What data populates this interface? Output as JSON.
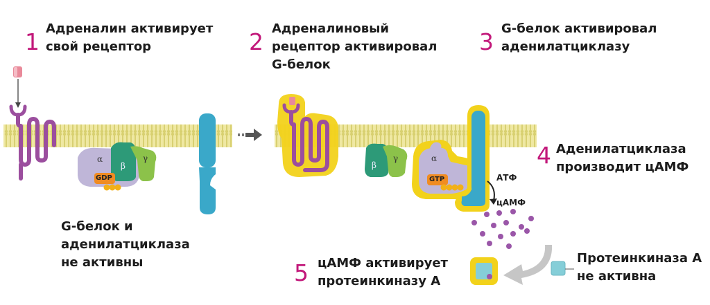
{
  "steps": [
    {
      "number": "1",
      "text": [
        "Адреналин активирует",
        "свой рецептор"
      ]
    },
    {
      "number": "2",
      "text": [
        "Адреналиновый",
        "рецептор активировал",
        "G-белок"
      ]
    },
    {
      "number": "3",
      "text": [
        "G-белок активировал",
        "аденилатциклазу"
      ]
    },
    {
      "number": "4",
      "text": [
        "Аденилатциклаза",
        "производит цАМФ"
      ]
    },
    {
      "number": "5",
      "text": [
        "цАМФ активирует",
        "протеинкиназу А"
      ]
    }
  ],
  "inactive_note": [
    "G-белок и",
    "аденилатциклаза",
    "не активны"
  ],
  "pka_inactive": [
    "Протеинкиназа А",
    "не активна"
  ],
  "labels": {
    "atp": "АТФ",
    "camp": "цАМФ",
    "gdp": "GDP",
    "gtp": "GTP",
    "alpha": "α",
    "beta": "β",
    "gamma": "γ"
  },
  "colors": {
    "step_number": "#c2187a",
    "membrane": "#e6df7a",
    "receptor": "#9b4e9e",
    "adenylate_cyclase": "#3aa8c9",
    "g_alpha": "#bfb6d8",
    "g_beta": "#2d9a78",
    "g_gamma": "#8cc24a",
    "active_glow": "#f2d21b",
    "camp_dot": "#9a56a8",
    "pka": "#85ced8"
  }
}
